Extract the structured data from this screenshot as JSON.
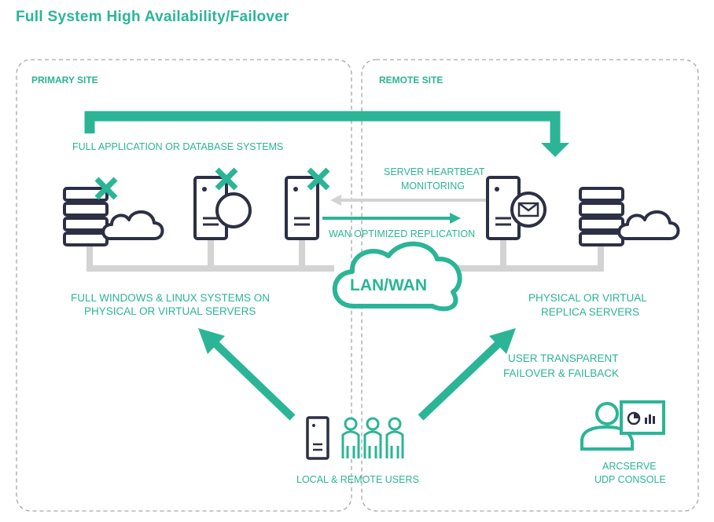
{
  "title": "Full System High Availability/Failover",
  "primary_site": {
    "label": "PRIMARY SITE"
  },
  "remote_site": {
    "label": "REMOTE SITE"
  },
  "labels": {
    "full_app": "FULL APPLICATION OR DATABASE SYSTEMS",
    "heartbeat_1": "SERVER HEARTBEAT",
    "heartbeat_2": "MONITORING",
    "wan_replication": "WAN OPTIMIZED REPLICATION",
    "lan_wan": "LAN/WAN",
    "full_windows_1": "FULL WINDOWS & LINUX SYSTEMS ON",
    "full_windows_2": "PHYSICAL OR VIRTUAL SERVERS",
    "replica_1": "PHYSICAL OR VIRTUAL",
    "replica_2": "REPLICA SERVERS",
    "failover_1": "USER TRANSPARENT",
    "failover_2": "FAILOVER & FAILBACK",
    "users": "LOCAL & REMOTE USERS",
    "console_1": "ARCSERVE",
    "console_2": "UDP CONSOLE"
  },
  "colors": {
    "accent": "#2bb596",
    "dark": "#2c2f45",
    "gray": "#d3d3d3"
  },
  "icons": [
    "server-rack-icon",
    "cloud-icon",
    "tower-server-icon",
    "failure-x-icon",
    "mail-icon",
    "users-icon",
    "console-icon"
  ]
}
